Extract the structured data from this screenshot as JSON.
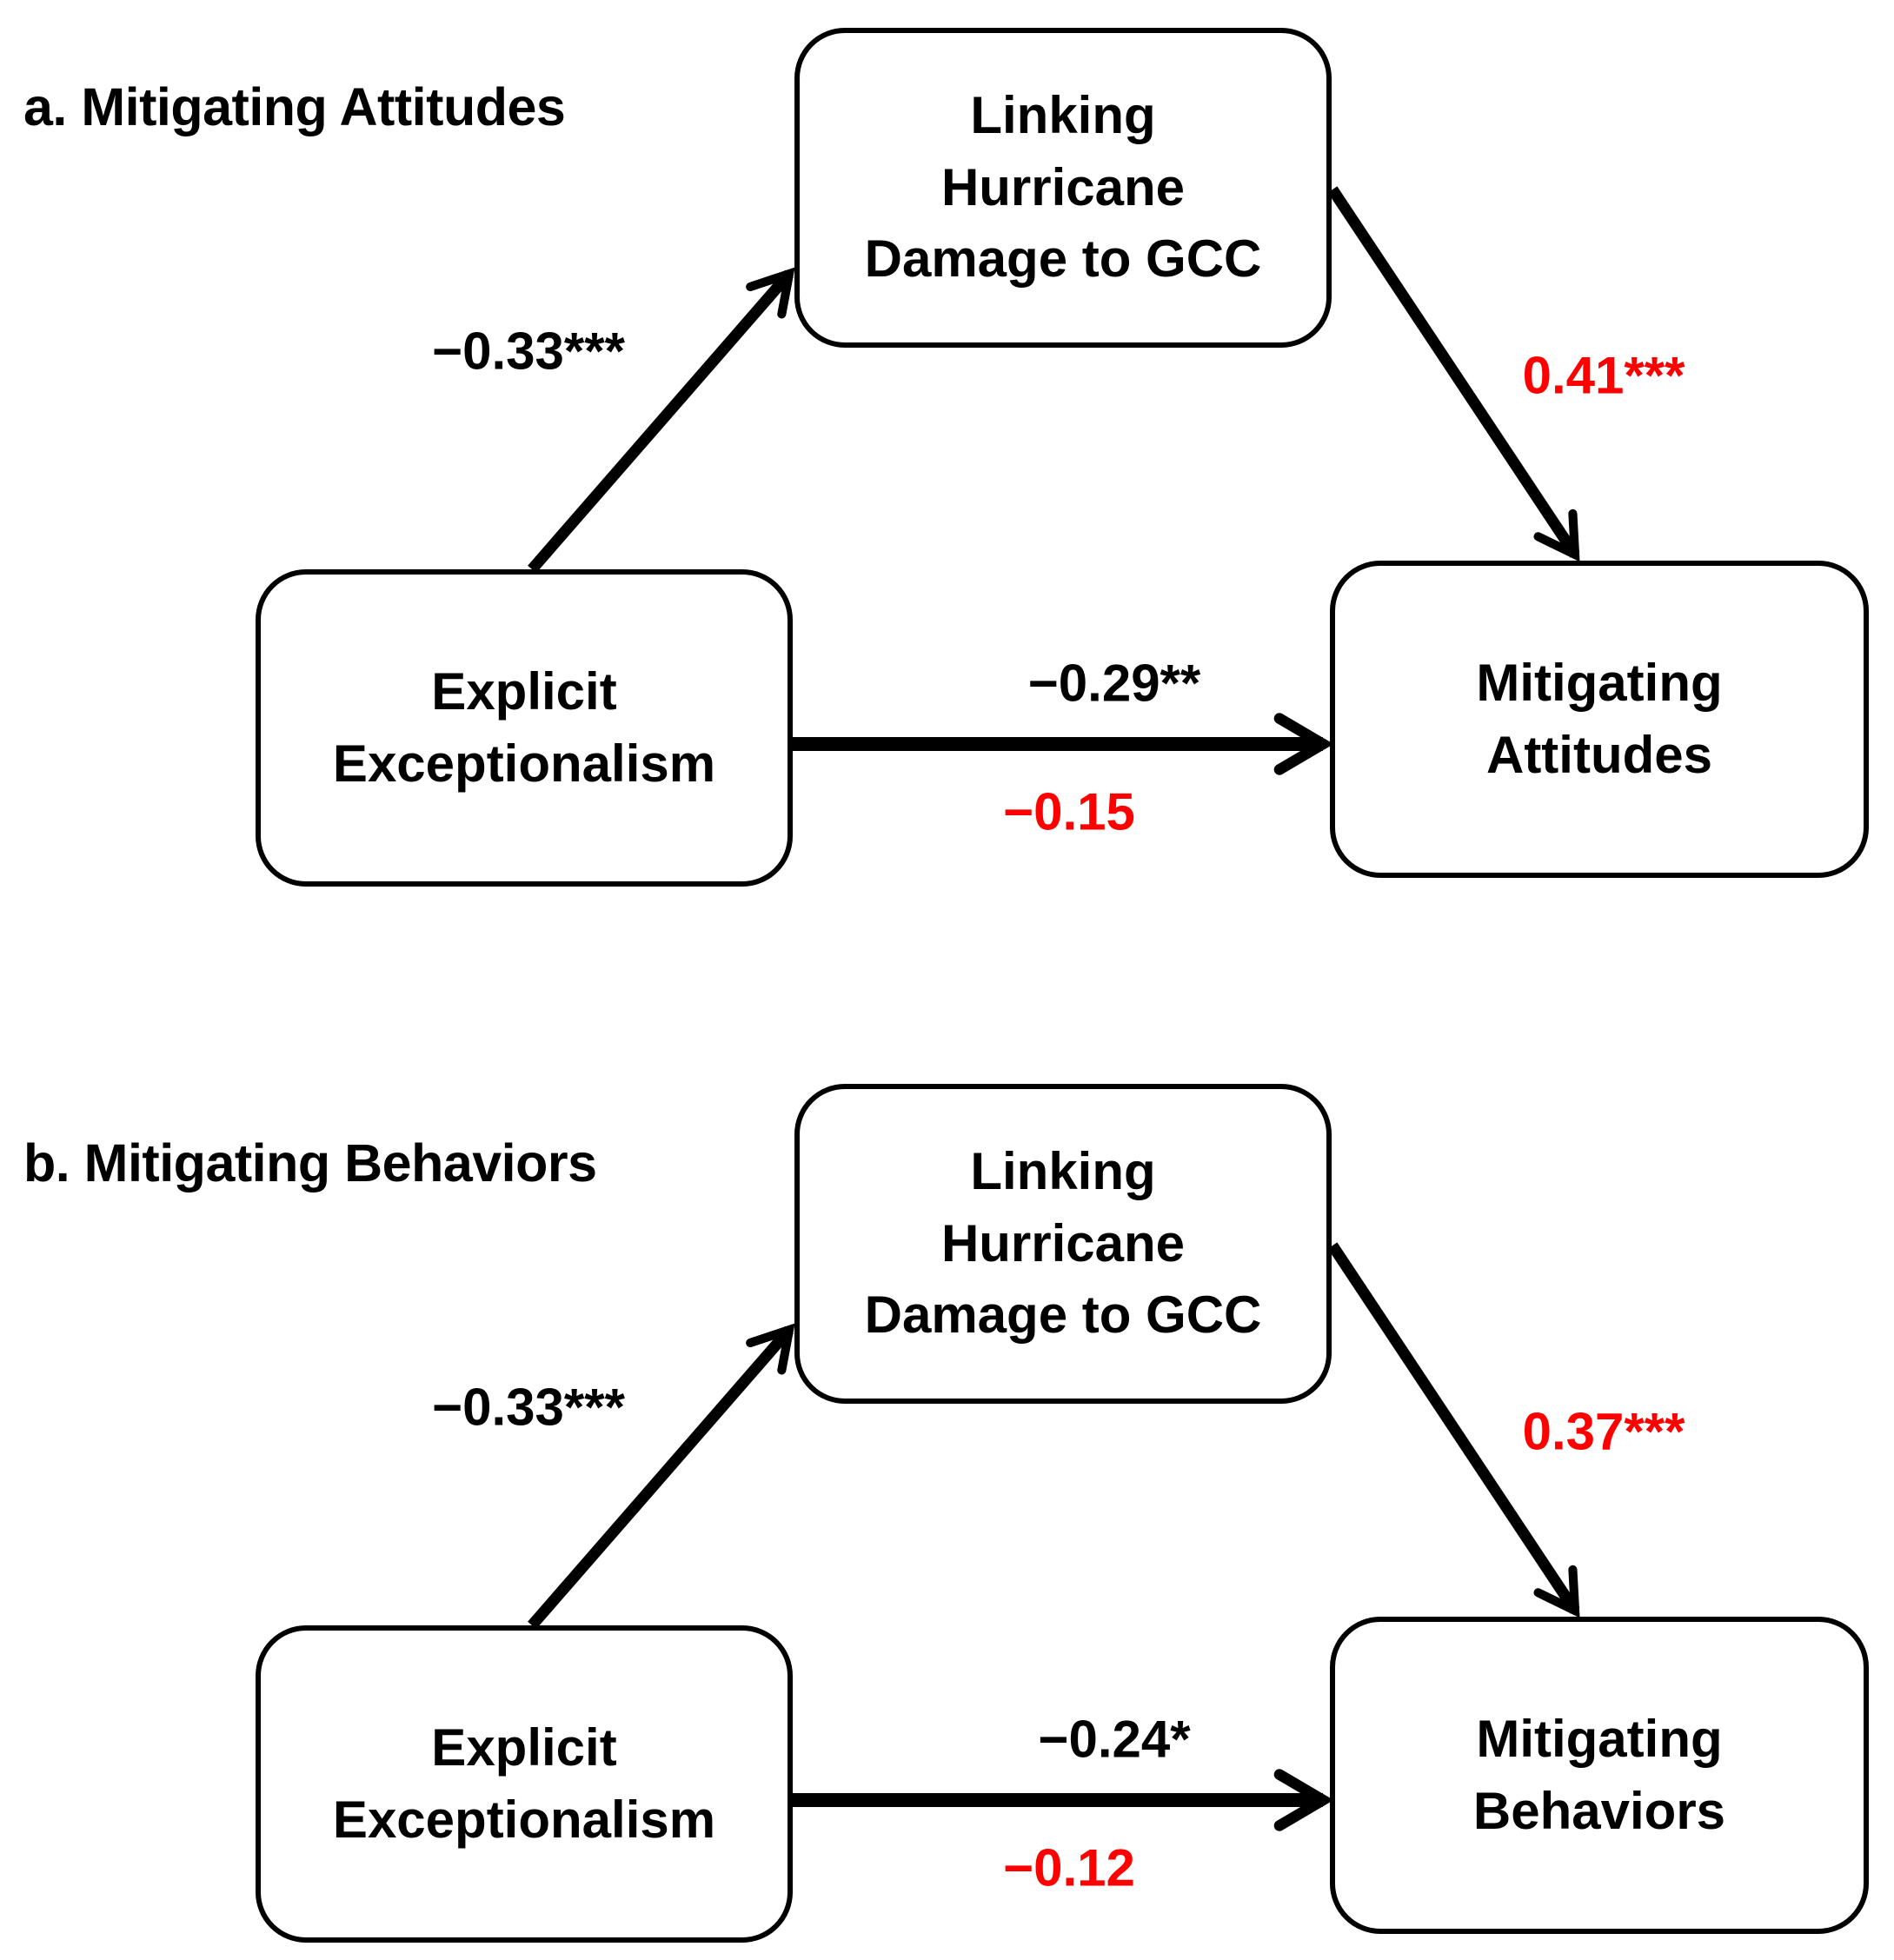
{
  "figure": {
    "background": "#ffffff",
    "ink": "#000000",
    "accent_red": "#fe0000"
  },
  "panels": [
    {
      "title": "a. Mitigating Attitudes",
      "mediator_lines": [
        "Linking",
        "Hurricane",
        "Damage to GCC"
      ],
      "predictor_lines": [
        "Explicit",
        "Exceptionalism"
      ],
      "outcome_lines": [
        "Mitigating",
        "Attitudes"
      ],
      "paths": {
        "predictor_to_mediator": "−0.33***",
        "mediator_to_outcome": "0.41***",
        "direct_effect": "−0.29**",
        "indirect_adjusted": "−0.15"
      }
    },
    {
      "title": "b. Mitigating Behaviors",
      "mediator_lines": [
        "Linking",
        "Hurricane",
        "Damage to GCC"
      ],
      "predictor_lines": [
        "Explicit",
        "Exceptionalism"
      ],
      "outcome_lines": [
        "Mitigating",
        "Behaviors"
      ],
      "paths": {
        "predictor_to_mediator": "−0.33***",
        "mediator_to_outcome": "0.37***",
        "direct_effect": "−0.24*",
        "indirect_adjusted": "−0.12"
      }
    }
  ]
}
